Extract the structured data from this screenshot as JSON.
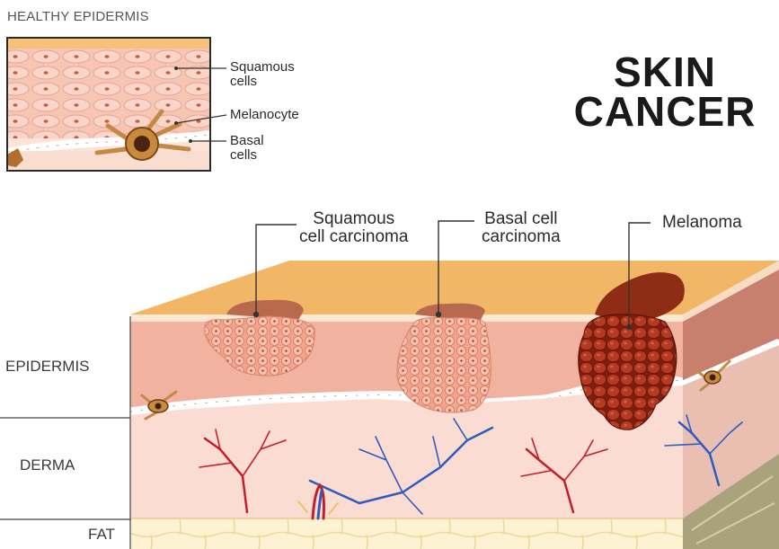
{
  "title": {
    "line1": "SKIN",
    "line2": "CANCER"
  },
  "inset": {
    "title": "HEALTHY EPIDERMIS",
    "labels": {
      "squamous_1": "Squamous",
      "squamous_2": "cells",
      "melanocyte": "Melanocyte",
      "basal_1": "Basal",
      "basal_2": "cells"
    }
  },
  "tumors": {
    "squamous_1": "Squamous",
    "squamous_2": "cell carcinoma",
    "basal_1": "Basal cell",
    "basal_2": "carcinoma",
    "melanoma": "Melanoma"
  },
  "layers": {
    "epidermis": "EPIDERMIS",
    "derma": "DERMA",
    "fat": "FAT"
  },
  "colors": {
    "skin_top": "#f2b766",
    "epidermis": "#f1b3a0",
    "derma": "#fadcd2",
    "fat": "#fdf2cf",
    "melanoma": "#a8331c",
    "artery": "#c21f2a",
    "vein": "#2f5bbf"
  }
}
